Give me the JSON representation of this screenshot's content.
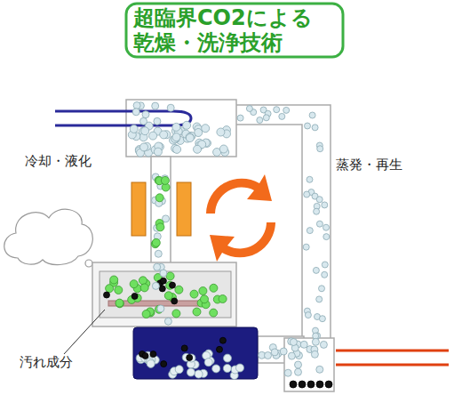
{
  "diagram": {
    "title": "超臨界CO2による 乾燥・洗浄技術",
    "labels": [
      "冷却・液化",
      "蒸発・再生",
      "汚れ成分"
    ]
  }
}
